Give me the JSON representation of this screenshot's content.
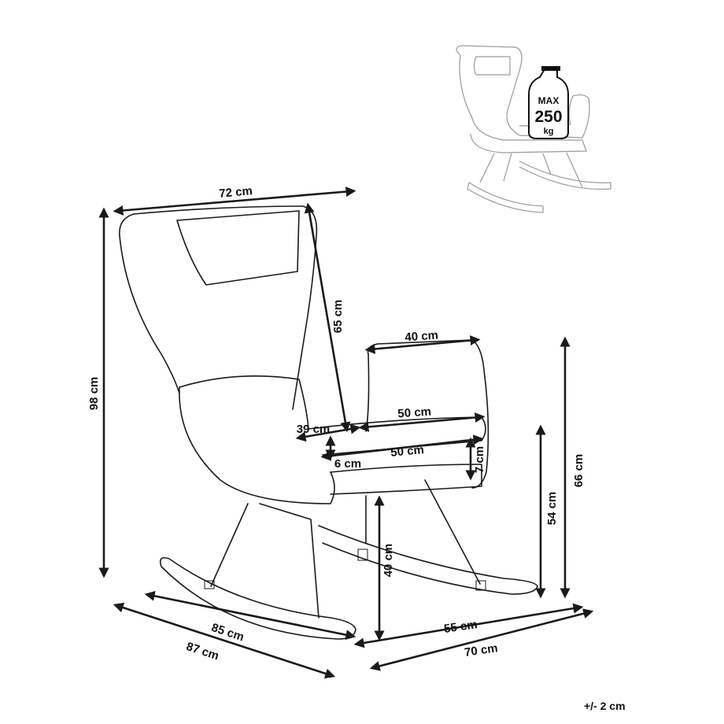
{
  "dimensions": {
    "total_width": "72 cm",
    "backrest_height": "65 cm",
    "armrest_length": "40 cm",
    "seat_back_gap": "39 cm",
    "seat_width_upper": "50 cm",
    "seat_width_lower": "50 cm",
    "seat_cushion_offset": "6 cm",
    "seat_thickness": "7 cm",
    "total_height": "98 cm",
    "armrest_height": "66 cm",
    "seat_top_height": "54 cm",
    "seat_height": "40 cm",
    "rocker_depth_inner": "85 cm",
    "rocker_depth_outer": "87 cm",
    "base_width_inner": "55 cm",
    "base_width_outer": "70 cm"
  },
  "tolerance": "+/- 2 cm",
  "max_load": {
    "label": "MAX",
    "value": "250",
    "unit": "kg"
  }
}
